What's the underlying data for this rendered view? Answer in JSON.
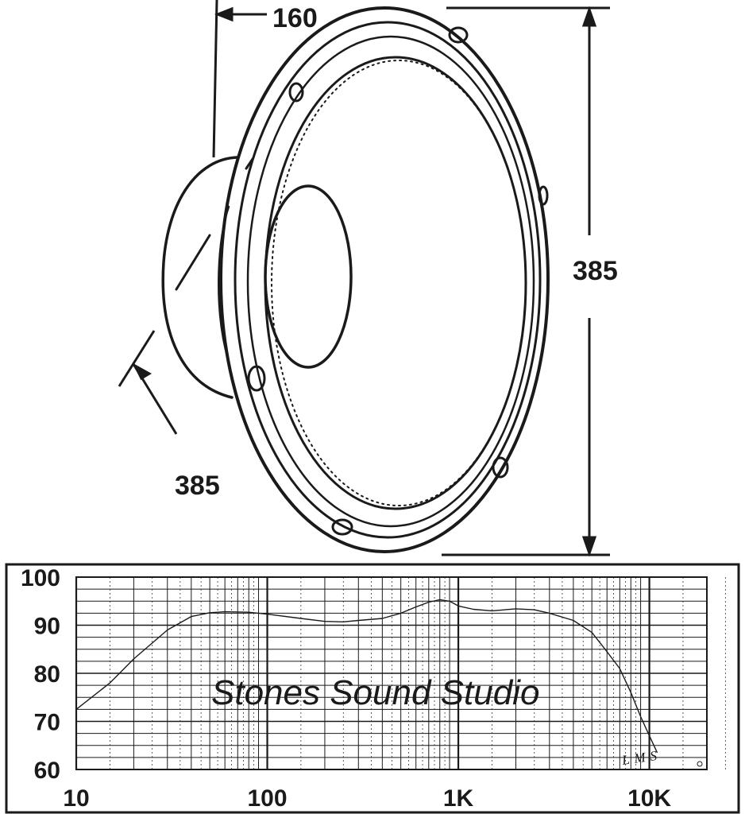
{
  "drawing": {
    "depth_label": "160",
    "height_label": "385",
    "diameter_label": "385"
  },
  "chart_data": {
    "type": "line",
    "title": "",
    "xlabel": "",
    "ylabel": "",
    "x_scale": "log",
    "xlim": [
      10,
      20000
    ],
    "ylim": [
      60,
      100
    ],
    "x_ticks": [
      {
        "value": 10,
        "label": "10"
      },
      {
        "value": 100,
        "label": "100"
      },
      {
        "value": 1000,
        "label": "1K"
      },
      {
        "value": 10000,
        "label": "10K"
      }
    ],
    "y_ticks": [
      {
        "value": 60,
        "label": "60"
      },
      {
        "value": 70,
        "label": "70"
      },
      {
        "value": 80,
        "label": "80"
      },
      {
        "value": 90,
        "label": "90"
      },
      {
        "value": 100,
        "label": "100"
      }
    ],
    "grid": true,
    "watermark": "Stones Sound Studio",
    "stamp": "LMS",
    "series": [
      {
        "values": [
          {
            "x": 10,
            "y": 72.5
          },
          {
            "x": 15,
            "y": 78
          },
          {
            "x": 20,
            "y": 83
          },
          {
            "x": 30,
            "y": 89
          },
          {
            "x": 40,
            "y": 91.8
          },
          {
            "x": 50,
            "y": 92.6
          },
          {
            "x": 60,
            "y": 92.8
          },
          {
            "x": 80,
            "y": 92.7
          },
          {
            "x": 100,
            "y": 92.3
          },
          {
            "x": 150,
            "y": 91.4
          },
          {
            "x": 200,
            "y": 90.8
          },
          {
            "x": 250,
            "y": 90.7
          },
          {
            "x": 300,
            "y": 91.0
          },
          {
            "x": 400,
            "y": 91.4
          },
          {
            "x": 500,
            "y": 92.5
          },
          {
            "x": 600,
            "y": 93.8
          },
          {
            "x": 700,
            "y": 94.8
          },
          {
            "x": 800,
            "y": 95.3
          },
          {
            "x": 900,
            "y": 95.0
          },
          {
            "x": 1000,
            "y": 94.0
          },
          {
            "x": 1200,
            "y": 93.3
          },
          {
            "x": 1500,
            "y": 93.0
          },
          {
            "x": 2000,
            "y": 93.4
          },
          {
            "x": 2500,
            "y": 93.2
          },
          {
            "x": 3000,
            "y": 92.5
          },
          {
            "x": 4000,
            "y": 91.0
          },
          {
            "x": 5000,
            "y": 88.5
          },
          {
            "x": 6000,
            "y": 84.5
          },
          {
            "x": 7000,
            "y": 81.0
          },
          {
            "x": 8000,
            "y": 76.0
          },
          {
            "x": 9000,
            "y": 71.0
          },
          {
            "x": 10000,
            "y": 67.0
          },
          {
            "x": 11000,
            "y": 63.5
          }
        ]
      }
    ]
  }
}
